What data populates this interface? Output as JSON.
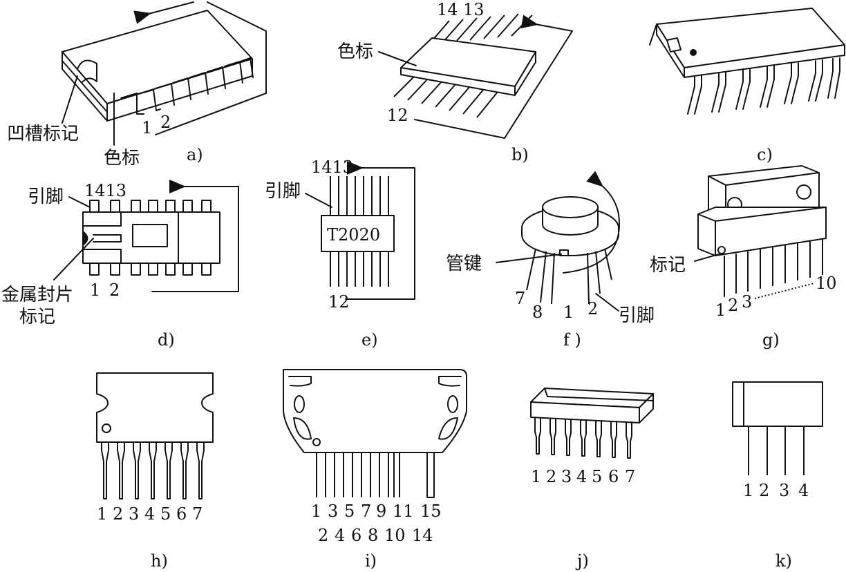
{
  "labels": {
    "groove_mark": "凹槽标记",
    "color_mark": "色标",
    "pin": "引脚",
    "metal_tab_mark_line1": "金属封片",
    "mark": "标记",
    "tube_key": "管键",
    "chip_text": "T2020"
  },
  "captions": [
    "a)",
    "b)",
    "c)",
    "d)",
    "e)",
    "f )",
    "g)",
    "h)",
    "i)",
    "j)",
    "k)"
  ],
  "pin_numbers": {
    "a_1": "1",
    "a_2": "2",
    "b_14": "14",
    "b_13": "13",
    "b_12": "12",
    "d_1413": "1413",
    "d_1": "1",
    "d_2": "2",
    "e_1413": "1413",
    "e_12": "12",
    "f_7": "7",
    "f_8": "8",
    "f_1": "1",
    "f_2": "2",
    "g_1": "1",
    "g_2": "2",
    "g_3": "3",
    "g_10": "10",
    "h": [
      "1",
      "2",
      "3",
      "4",
      "5",
      "6",
      "7"
    ],
    "i_top": [
      "1",
      "3",
      "5",
      "7",
      "9",
      "11",
      "15"
    ],
    "i_bottom": [
      "2",
      "4",
      "6",
      "8",
      "10",
      "14"
    ],
    "j": [
      "1",
      "2",
      "3",
      "4",
      "5",
      "6",
      "7"
    ],
    "k": [
      "1",
      "2",
      "3",
      "4"
    ]
  }
}
